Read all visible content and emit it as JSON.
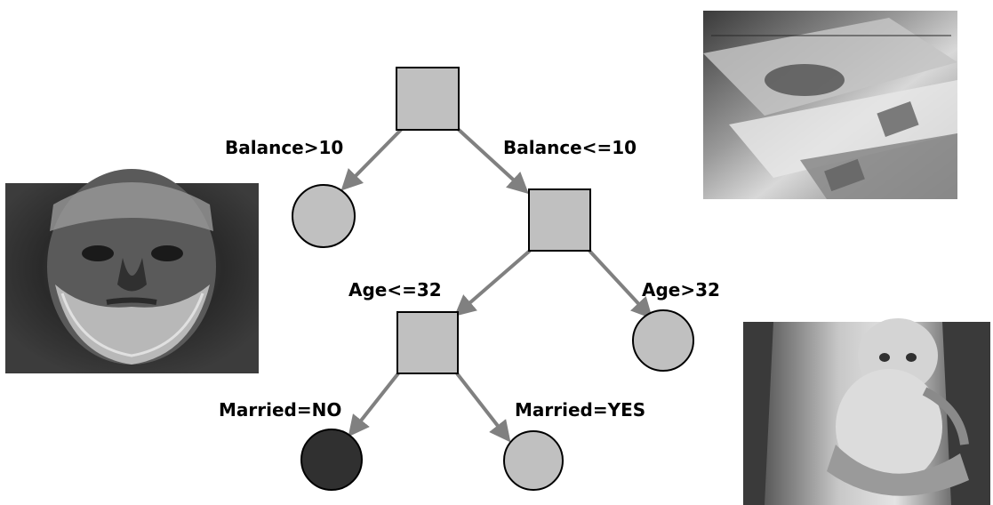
{
  "diagram": {
    "split_labels": {
      "balance_gt": "Balance>10",
      "balance_le": "Balance<=10",
      "age_le": "Age<=32",
      "age_gt": "Age>32",
      "married_no": "Married=NO",
      "married_yes": "Married=YES"
    },
    "colors": {
      "node_fill": "#c0c0c0",
      "highlight_leaf_fill": "#303030",
      "edge": "#808080",
      "outline": "#000000"
    }
  },
  "photos": [
    {
      "subject": "elderly-man-portrait"
    },
    {
      "subject": "stock-certificates"
    },
    {
      "subject": "father-holding-baby"
    }
  ]
}
